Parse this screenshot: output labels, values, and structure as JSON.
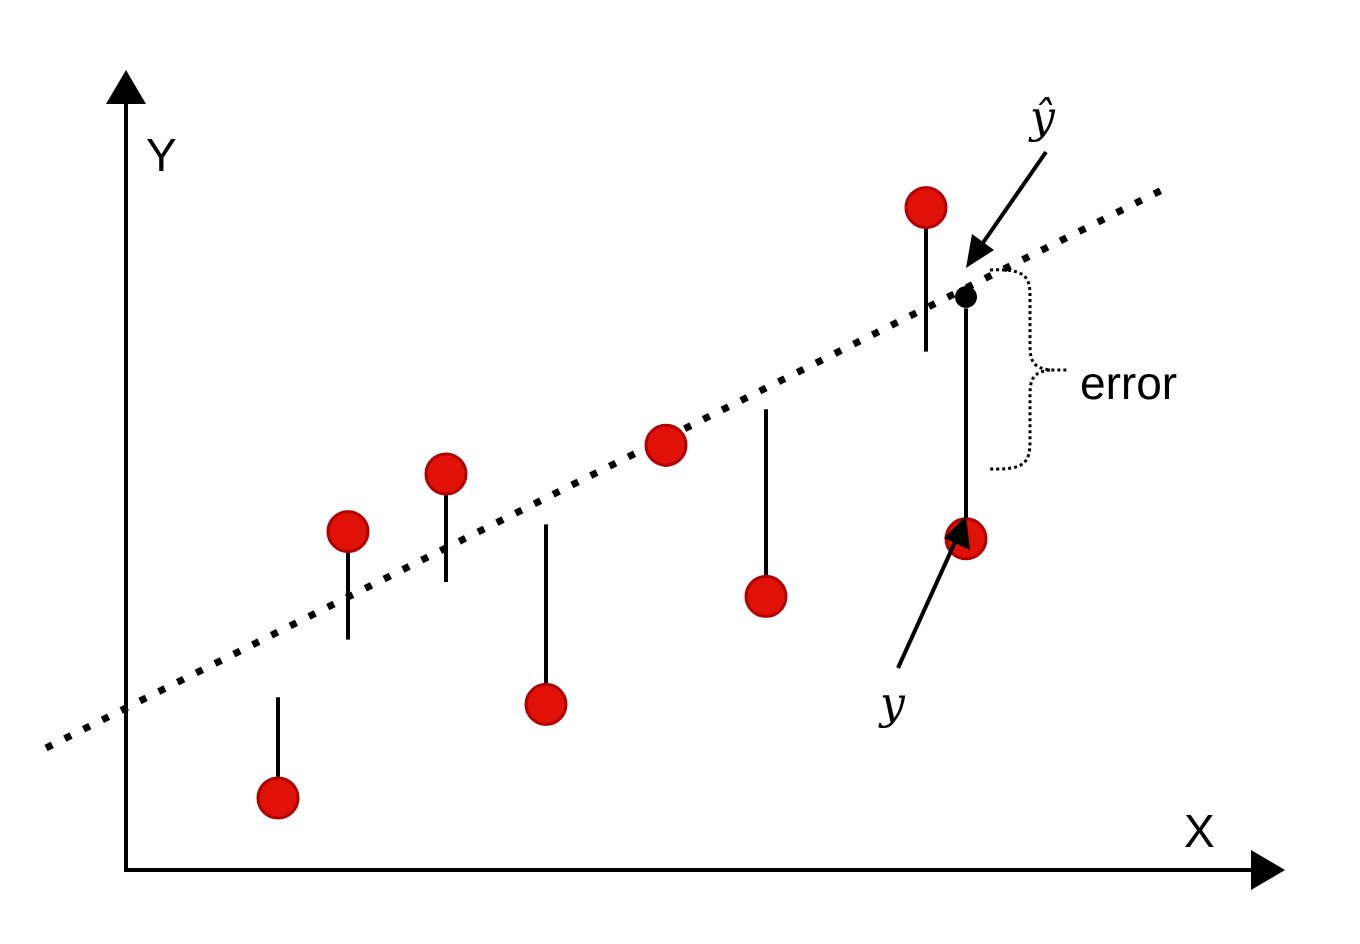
{
  "labels": {
    "y_axis": "Y",
    "x_axis": "X",
    "y_hat": "ŷ",
    "y": "y",
    "error": "error"
  },
  "colors": {
    "point_fill": "#e01106",
    "point_stroke": "#b20000",
    "line": "#000000",
    "background": "#ffffff"
  },
  "chart_data": {
    "type": "scatter",
    "description_free": true,
    "points": [
      {
        "x": 1,
        "y": 1.0,
        "fitted": 2.4
      },
      {
        "x": 2,
        "y": 4.7,
        "fitted": 3.2
      },
      {
        "x": 3,
        "y": 5.5,
        "fitted": 4.0
      },
      {
        "x": 4,
        "y": 2.3,
        "fitted": 4.8
      },
      {
        "x": 5,
        "y": 5.9,
        "fitted": 5.6
      },
      {
        "x": 6,
        "y": 3.8,
        "fitted": 6.4
      },
      {
        "x": 7,
        "y": 9.2,
        "fitted": 7.2
      },
      {
        "x": 8,
        "y": 4.6,
        "fitted": 7.8
      }
    ],
    "regression_line": "dotted",
    "highlight_index": 7
  }
}
